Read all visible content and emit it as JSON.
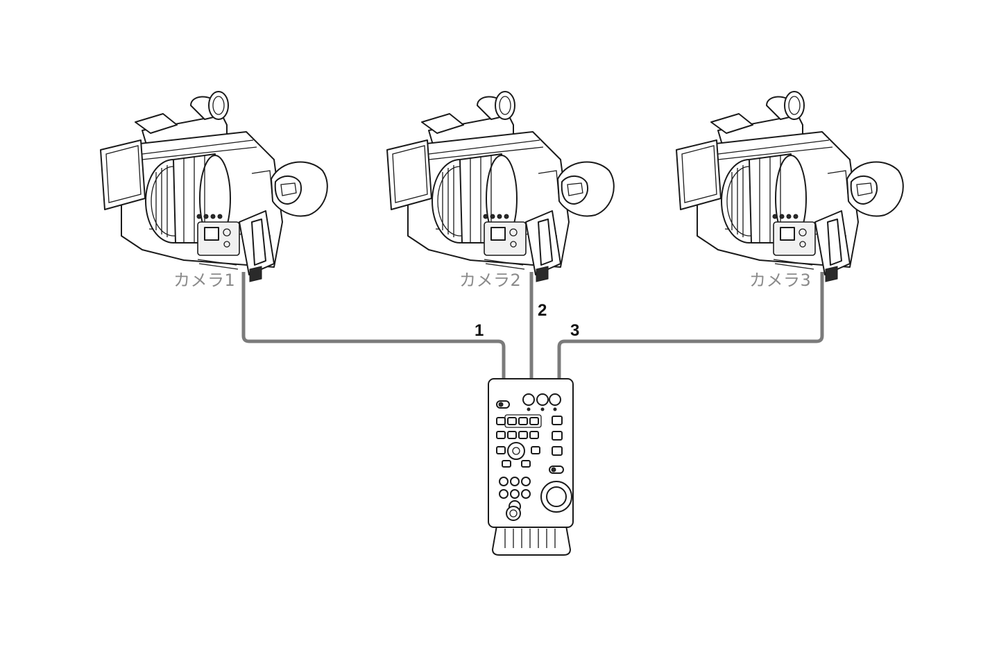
{
  "cameras": [
    {
      "label": "カメラ1"
    },
    {
      "label": "カメラ2"
    },
    {
      "label": "カメラ3"
    }
  ],
  "cables": [
    {
      "number": "1"
    },
    {
      "number": "2"
    },
    {
      "number": "3"
    }
  ],
  "colors": {
    "cable": "#7b7b7b",
    "label": "#8a8a8a",
    "line": "#1a1a1a"
  },
  "icons": [
    "camcorder-icon",
    "remote-controller-icon"
  ]
}
